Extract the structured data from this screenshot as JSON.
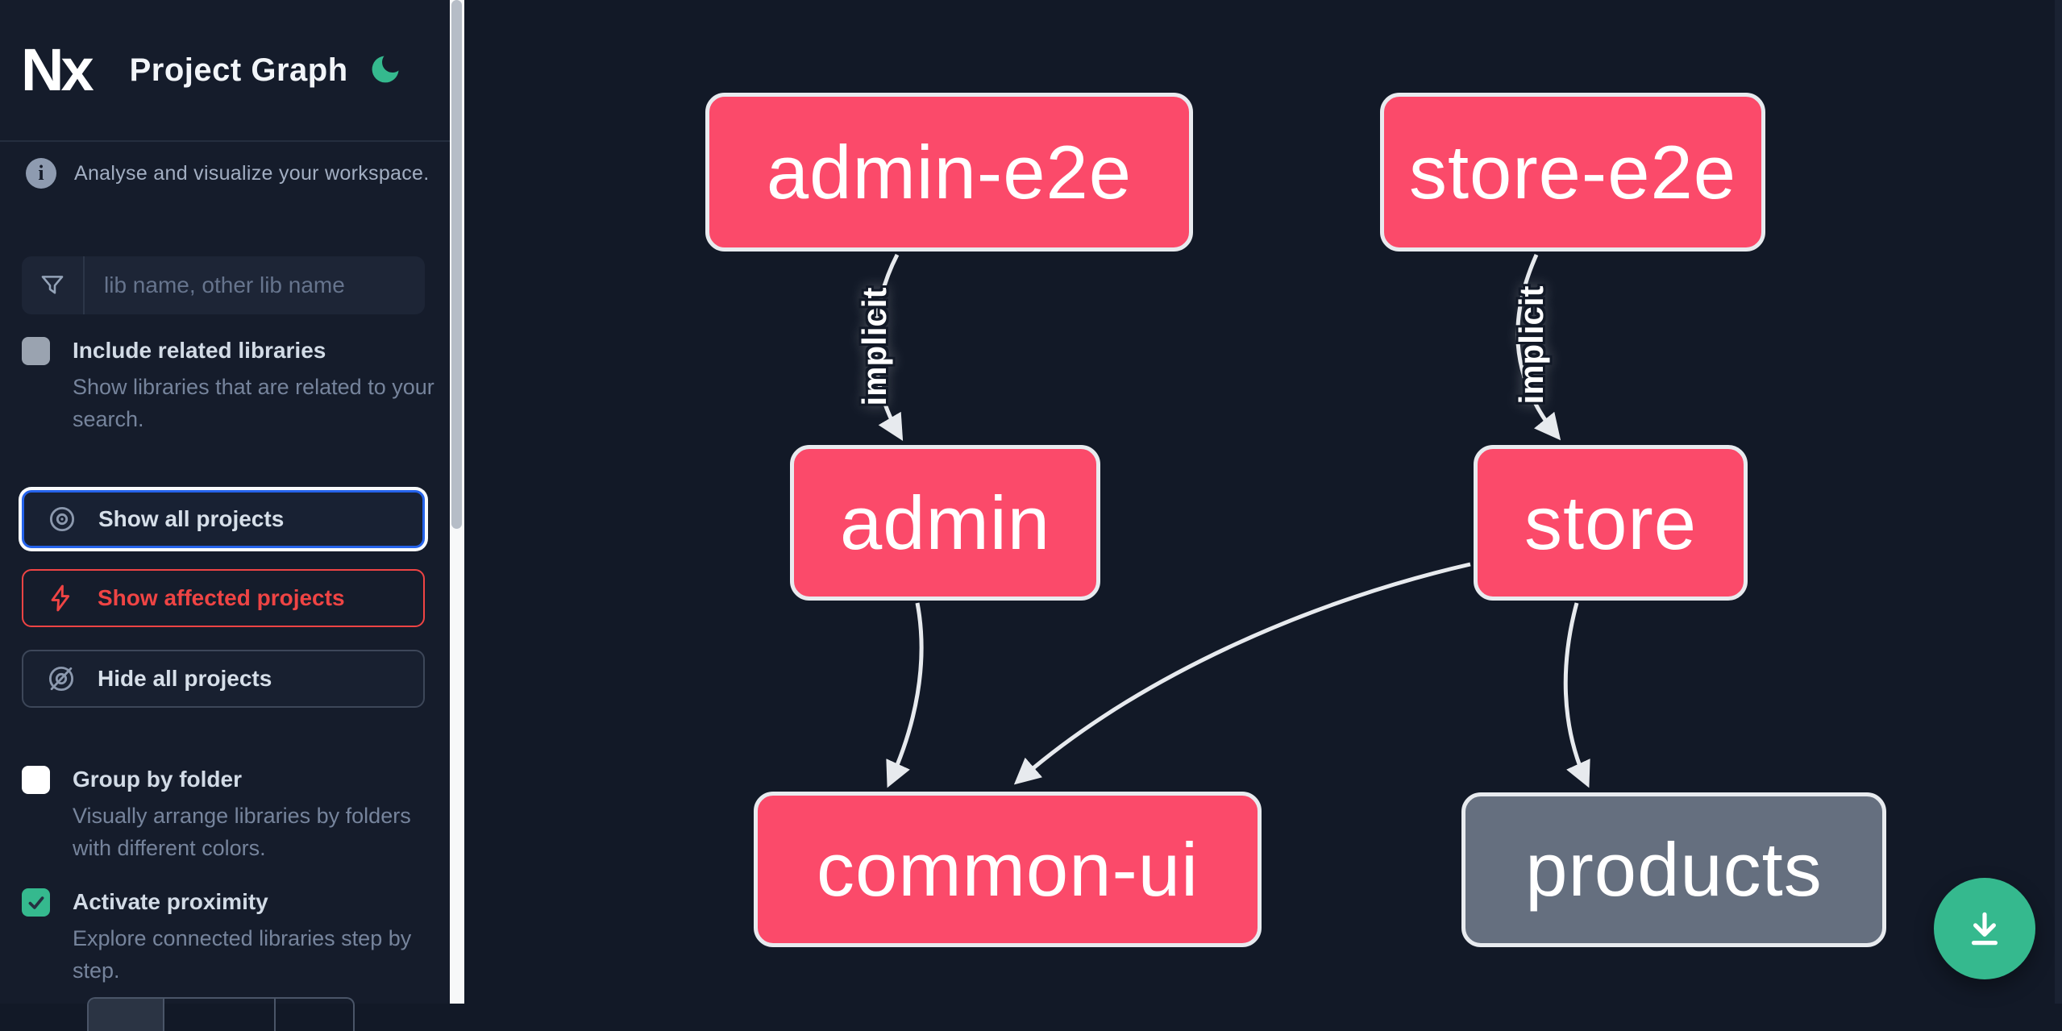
{
  "theme": {
    "accent_green": "#35b98e",
    "node_pink": "#fb4a6a",
    "node_gray": "#656f7f",
    "edge_color": "#e7eaee",
    "affected_red": "#ef4444",
    "focus_blue": "#2563eb"
  },
  "header": {
    "title": "Project Graph"
  },
  "sidebar": {
    "tagline": "Analyse and visualize your workspace.",
    "search": {
      "placeholder": "lib name, other lib name",
      "value": ""
    },
    "include_related": {
      "label": "Include related libraries",
      "description": "Show libraries that are related to your search.",
      "checked": false
    },
    "actions": {
      "show_all": {
        "label": "Show all projects",
        "active": true
      },
      "show_affected": {
        "label": "Show affected projects",
        "active": false
      },
      "hide_all": {
        "label": "Hide all projects",
        "active": false
      }
    },
    "group_by_folder": {
      "label": "Group by folder",
      "description": "Visually arrange libraries by folders with different colors.",
      "checked": false
    },
    "activate_proximity": {
      "label": "Activate proximity",
      "description": "Explore connected libraries step by step.",
      "checked": true
    }
  },
  "graph": {
    "nodes": [
      {
        "id": "admin-e2e",
        "label": "admin-e2e",
        "color": "pink"
      },
      {
        "id": "store-e2e",
        "label": "store-e2e",
        "color": "pink"
      },
      {
        "id": "admin",
        "label": "admin",
        "color": "pink"
      },
      {
        "id": "store",
        "label": "store",
        "color": "pink"
      },
      {
        "id": "common-ui",
        "label": "common-ui",
        "color": "pink"
      },
      {
        "id": "products",
        "label": "products",
        "color": "gray"
      }
    ],
    "edges": [
      {
        "source": "admin-e2e",
        "target": "admin",
        "label": "implicit"
      },
      {
        "source": "store-e2e",
        "target": "store",
        "label": "implicit"
      },
      {
        "source": "admin",
        "target": "common-ui",
        "label": ""
      },
      {
        "source": "store",
        "target": "common-ui",
        "label": ""
      },
      {
        "source": "store",
        "target": "products",
        "label": ""
      }
    ]
  },
  "fab": {
    "icon": "download"
  }
}
